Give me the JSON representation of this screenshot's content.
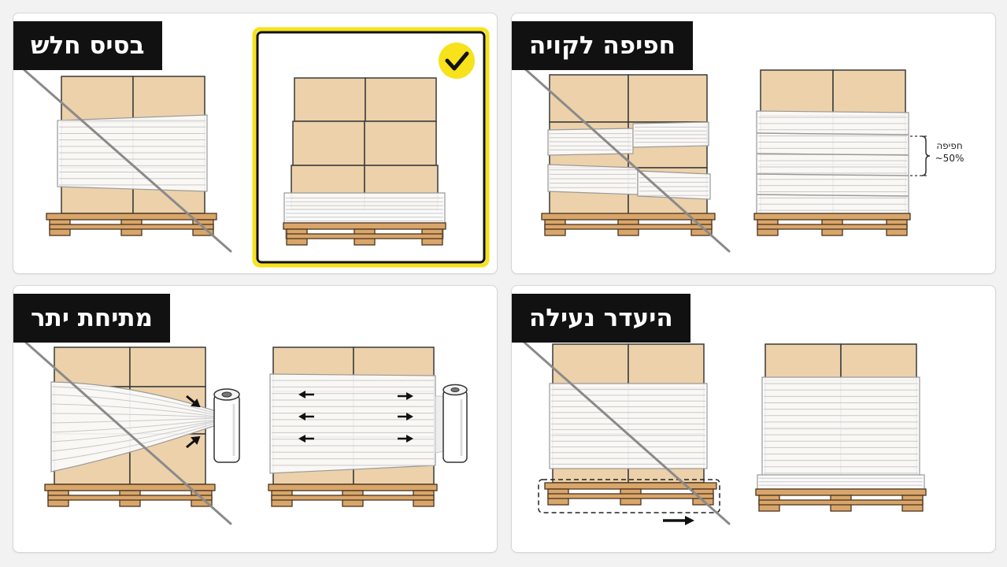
{
  "colors": {
    "box_fill": "#ecd1aa",
    "box_stroke": "#3a3a3a",
    "pallet_fill": "#d9a66a",
    "pallet_stroke": "#4a3420",
    "film_fill": "#fbfbfb",
    "film_line": "#c9c9c9",
    "strike_line": "#8a8a8a",
    "check_yellow": "#f7e21b",
    "title_bg": "#111111",
    "title_fg": "#ffffff"
  },
  "panels": {
    "weak_base": {
      "title": "בסיס חלש",
      "icons": [
        "cross-out-line",
        "check-icon"
      ]
    },
    "overlap": {
      "title": "חפיפה לקויה",
      "overlap_label": "חפיפה",
      "overlap_value": "~50%",
      "icons": [
        "cross-out-line",
        "bracket-icon"
      ]
    },
    "over_tension": {
      "title": "מתיחת יתר",
      "icons": [
        "cross-out-line",
        "film-roll-icon",
        "arrow-icon"
      ]
    },
    "no_lock": {
      "title": "היעדר נעילה",
      "icons": [
        "cross-out-line",
        "arrow-right-icon"
      ]
    }
  }
}
